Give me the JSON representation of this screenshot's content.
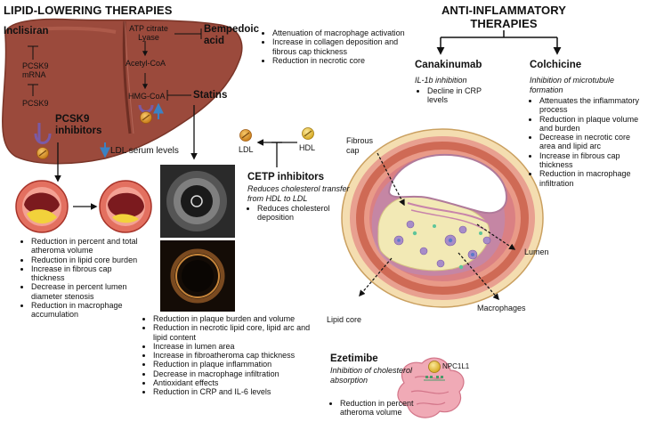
{
  "headers": {
    "lipid": "LIPID-LOWERING THERAPIES",
    "anti_line1": "ANTI-INFLAMMATORY",
    "anti_line2": "THERAPIES"
  },
  "liver": {
    "inclisiran": "Inclisiran",
    "pcsk9_mrna_1": "PCSK9",
    "pcsk9_mrna_2": "mRNA",
    "pcsk9": "PCSK9",
    "pcsk9_inhibitors_1": "PCSK9",
    "pcsk9_inhibitors_2": "inhibitors",
    "atp_citrate_1": "ATP citrate",
    "atp_citrate_2": "Lyase",
    "acetyl_coa": "Acetyl-CoA",
    "hmg_coa": "HMG-CoA",
    "bempedoic_1": "Bempedoic",
    "bempedoic_2": "acid",
    "statins": "Statins",
    "ldl_serum": "LDL serum levels"
  },
  "bempedoic_effects": [
    "Attenuation of macrophage activation",
    "Increase in collagen deposition and fibrous cap thickness",
    "Reduction in necrotic core"
  ],
  "pcsk9_effects": [
    "Reduction in percent and total atheroma volume",
    "Reduction in lipid core burden",
    "Increase in fibrous cap thickness",
    "Decrease in percent lumen diameter stenosis",
    "Reduction in macrophage accumulation"
  ],
  "statin_effects": [
    "Reduction in plaque burden and volume",
    "Reduction in necrotic lipid core, lipid arc and lipid content",
    "Increase in lumen area",
    "Increase in fibroatheroma cap thickness",
    "Reduction in plaque inflammation",
    "Decrease in macrophage infiltration",
    "Antioxidant effects",
    "Reduction in CRP and IL-6 levels"
  ],
  "cetp": {
    "ldl": "LDL",
    "hdl": "HDL",
    "title": "CETP inhibitors",
    "subtitle": "Reduces cholesterol transfer from HDL to LDL",
    "effects": [
      "Reduces cholesterol deposition"
    ]
  },
  "canakinumab": {
    "title": "Canakinumab",
    "subtitle": "IL-1b inhibition",
    "effects": [
      "Decline in CRP levels"
    ]
  },
  "colchicine": {
    "title": "Colchicine",
    "subtitle": "Inhibition of microtubule formation",
    "effects": [
      "Attenuates the inflammatory process",
      "Reduction in plaque volume and burden",
      "Decrease in necrotic core area and lipid arc",
      "Increase in fibrous cap thickness",
      "Reduction in macrophage infiltration"
    ]
  },
  "vessel": {
    "fibrous_cap_1": "Fibrous",
    "fibrous_cap_2": "cap",
    "lumen": "Lumen",
    "lipid_core": "Lipid core",
    "macrophages": "Macrophages"
  },
  "ezetimibe": {
    "title": "Ezetimibe",
    "subtitle": "Inhibition of cholesterol absorption",
    "npc1l1": "NPC1L1",
    "effects": [
      "Reduction in percent atheroma volume"
    ]
  },
  "colors": {
    "liver": "#9b4a3c",
    "liver_dark": "#7a3528",
    "vessel_wall": "#d9826e",
    "plaque": "#f2e9b5",
    "ldl_ball": "#e0992f",
    "blue_arrow": "#3b82c4",
    "pcsk9_inhibitor": "#7a5aa6"
  }
}
